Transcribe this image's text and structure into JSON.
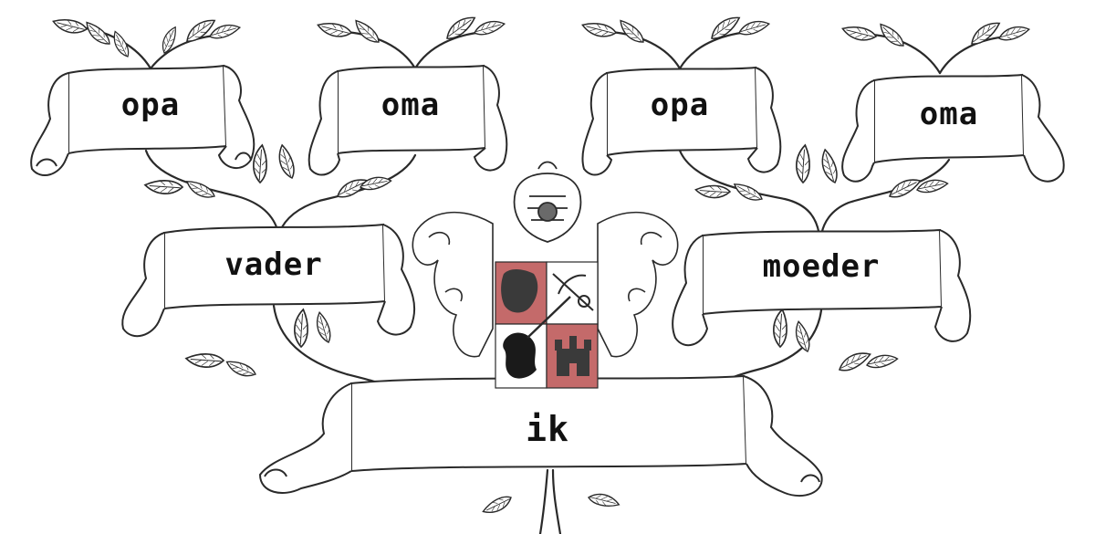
{
  "colors": {
    "ink": "#2a2a2a",
    "paper": "#ffffff",
    "shield_red": "#c46a6a",
    "shield_grey": "#8a8a8a"
  },
  "tree": {
    "grandparents": [
      {
        "label": "opa"
      },
      {
        "label": "oma"
      },
      {
        "label": "opa"
      },
      {
        "label": "oma"
      }
    ],
    "parents": [
      {
        "label": "vader"
      },
      {
        "label": "moeder"
      }
    ],
    "self": {
      "label": "ik"
    }
  },
  "crest": {
    "quarters": [
      "heraldic-beast",
      "crossbow",
      "lion-rampant",
      "castle"
    ]
  }
}
